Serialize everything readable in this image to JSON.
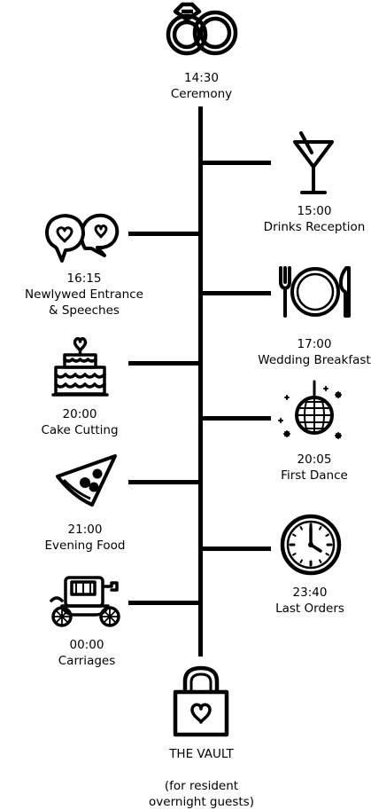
{
  "events": [
    {
      "id": "ceremony",
      "time": "14:30",
      "label": [
        "Ceremony"
      ],
      "icon": "wedding-rings-icon"
    },
    {
      "id": "drinks",
      "time": "15:00",
      "label": [
        "Drinks Reception"
      ],
      "icon": "cocktail-glass-icon"
    },
    {
      "id": "entrance",
      "time": "16:15",
      "label": [
        "Newlywed Entrance",
        "& Speeches"
      ],
      "icon": "heart-speech-bubbles-icon"
    },
    {
      "id": "breakfast",
      "time": "17:00",
      "label": [
        "Wedding Breakfast"
      ],
      "icon": "plate-cutlery-icon"
    },
    {
      "id": "cake",
      "time": "20:00",
      "label": [
        "Cake Cutting"
      ],
      "icon": "wedding-cake-icon"
    },
    {
      "id": "dance",
      "time": "20:05",
      "label": [
        "First Dance"
      ],
      "icon": "disco-ball-icon"
    },
    {
      "id": "food",
      "time": "21:00",
      "label": [
        "Evening Food"
      ],
      "icon": "pizza-slice-icon"
    },
    {
      "id": "orders",
      "time": "23:40",
      "label": [
        "Last Orders"
      ],
      "icon": "clock-icon"
    },
    {
      "id": "carriages",
      "time": "00:00",
      "label": [
        "Carriages"
      ],
      "icon": "carriage-icon"
    }
  ],
  "vault": {
    "title": "THE VAULT",
    "note": [
      "(for resident",
      "overnight guests)"
    ],
    "icon": "heart-padlock-icon"
  }
}
